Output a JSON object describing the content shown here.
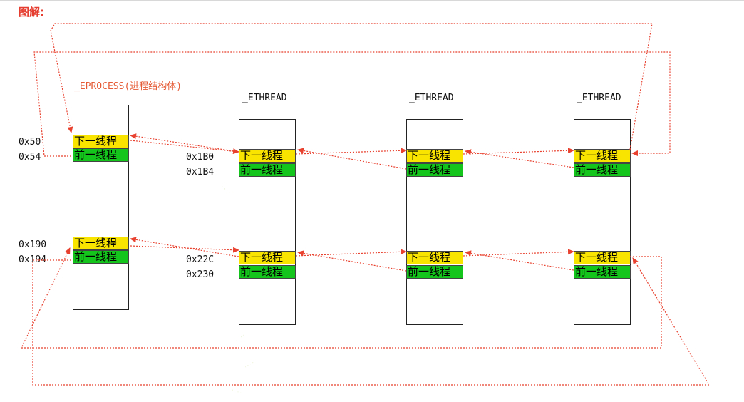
{
  "heading": "图解:",
  "eprocess": {
    "title": "_EPROCESS(进程结构体)",
    "fields": [
      {
        "next": "下一线程",
        "prev": "前一线程",
        "offset_next": "0x50",
        "offset_prev": "0x54"
      },
      {
        "next": "下一线程",
        "prev": "前一线程",
        "offset_next": "0x190",
        "offset_prev": "0x194"
      }
    ]
  },
  "ethreads": [
    {
      "title": "_ETHREAD",
      "fields": [
        {
          "next": "下一线程",
          "prev": "前一线程",
          "offset_next": "0x1B0",
          "offset_prev": "0x1B4"
        },
        {
          "next": "下一线程",
          "prev": "前一线程",
          "offset_next": "0x22C",
          "offset_prev": "0x230"
        }
      ]
    },
    {
      "title": "_ETHREAD",
      "fields": [
        {
          "next": "下一线程",
          "prev": "前一线程"
        },
        {
          "next": "下一线程",
          "prev": "前一线程"
        }
      ]
    },
    {
      "title": "_ETHREAD",
      "fields": [
        {
          "next": "下一线程",
          "prev": "前一线程"
        },
        {
          "next": "下一线程",
          "prev": "前一线程"
        }
      ]
    }
  ],
  "colors": {
    "link_arrow": "#e8412f",
    "next_field": "#f9e400",
    "prev_field": "#14c51b",
    "heading": "#e53d2f"
  }
}
